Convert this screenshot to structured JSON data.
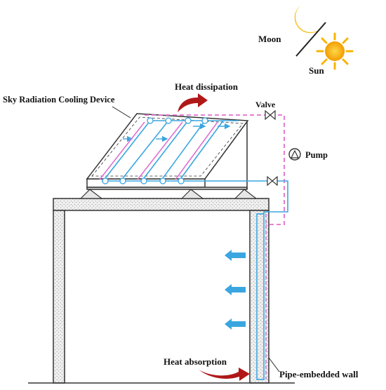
{
  "labels": {
    "moon": "Moon",
    "sun": "Sun",
    "heat_dissipation": "Heat dissipation",
    "device": "Sky Radiation Cooling Device",
    "valve": "Valve",
    "pump": "Pump",
    "heat_absorption": "Heat absorption",
    "wall": "Pipe-embedded wall"
  },
  "colors": {
    "hot_loop": "#e070d0",
    "cold_loop": "#3aa6e0",
    "heat_arrow": "#b01818",
    "sun": "#f7b500",
    "moon": "#f3c436",
    "structure": "#333333",
    "slab_fill": "#eeeeee"
  },
  "icons": {
    "moon": "crescent-moon-icon",
    "sun": "sun-icon",
    "valve": "bowtie-valve-icon",
    "pump": "circle-triangle-pump-icon"
  }
}
